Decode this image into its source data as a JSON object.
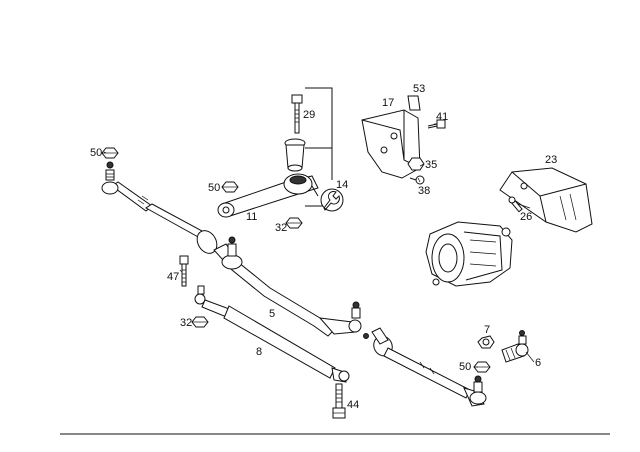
{
  "callouts": {
    "p5": "5",
    "p6": "6",
    "p7": "7",
    "p8": "8",
    "p11": "11",
    "p14": "14",
    "p17": "17",
    "p23": "23",
    "p26": "26",
    "p29": "29",
    "p32a": "32",
    "p32b": "32",
    "p35": "35",
    "p38": "38",
    "p41": "41",
    "p44": "44",
    "p47": "47",
    "p50a": "50",
    "p50b": "50",
    "p50c": "50",
    "p53": "53"
  }
}
